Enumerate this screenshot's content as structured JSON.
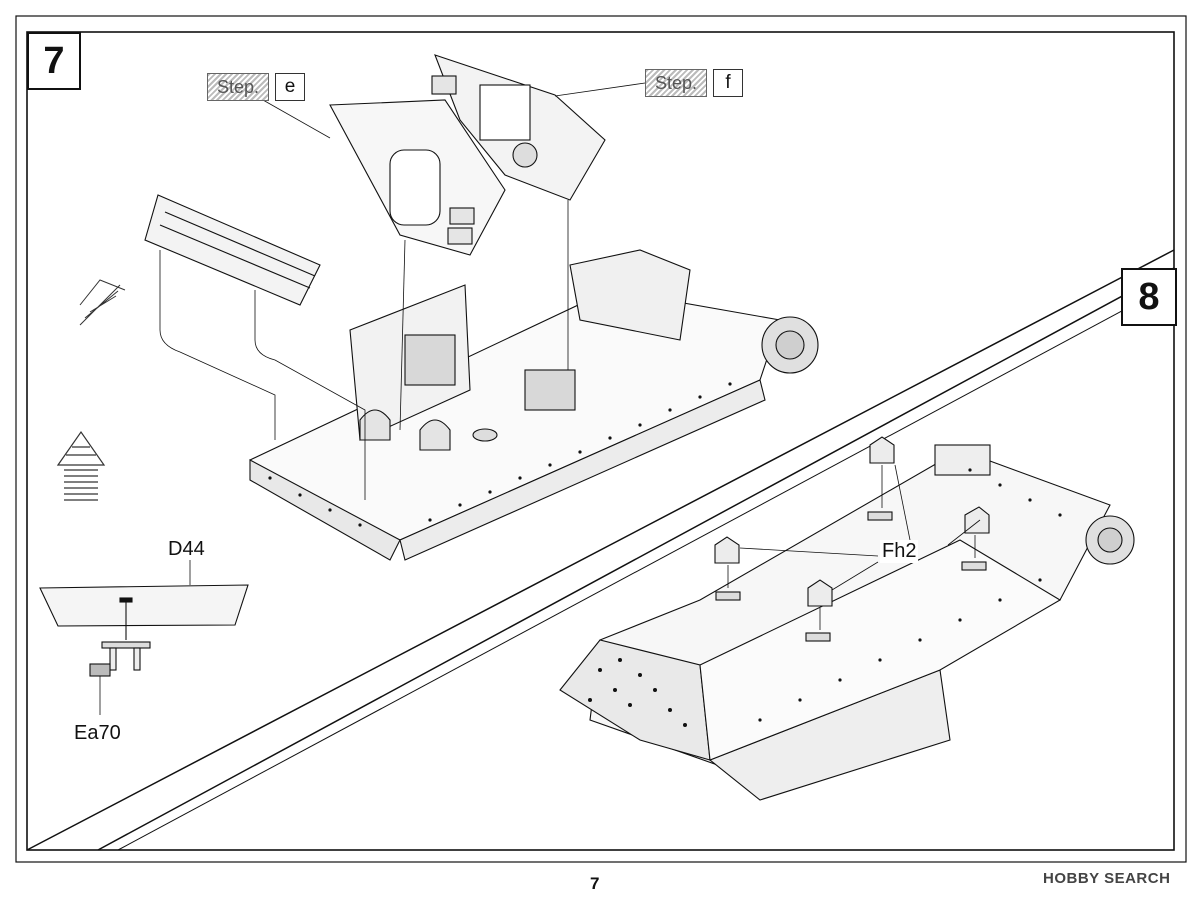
{
  "steps": [
    {
      "number": "7",
      "refs": [
        {
          "word": "Step.",
          "letter": "e"
        },
        {
          "word": "Step.",
          "letter": "f"
        }
      ]
    },
    {
      "number": "8"
    }
  ],
  "parts": {
    "d44": "D44",
    "ea70": "Ea70",
    "fh2": "Fh2"
  },
  "page_number": "7",
  "watermark": "HOBBY SEARCH"
}
